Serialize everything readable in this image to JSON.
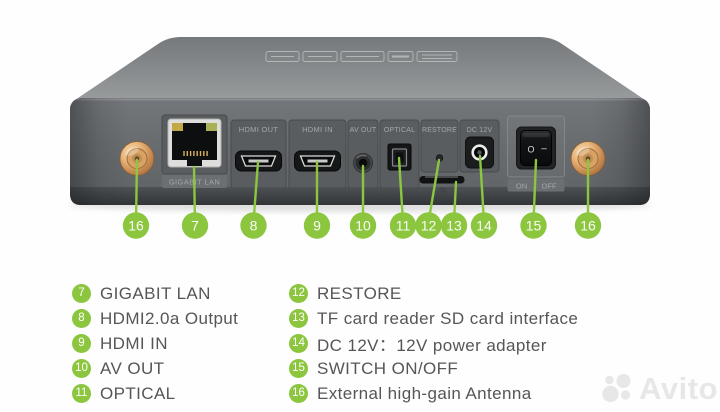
{
  "colors": {
    "accent_green": "#8cc63f",
    "legend_text": "#555658",
    "device_face": "#6a6d70",
    "port_label_text": "#a4a7a8",
    "watermark_gray": "#e7e7e7"
  },
  "device": {
    "ports": {
      "gigabit_lan": "GIGABIT LAN",
      "hdmi_out": "HDMI OUT",
      "hdmi_in": "HDMI IN",
      "av_out": "AV OUT",
      "optical": "OPTICAL",
      "restore": "RESTORE",
      "dc_12v": "DC 12V",
      "switch_on": "ON",
      "switch_off": "OFF",
      "rocker_o": "O",
      "rocker_dash": "–"
    }
  },
  "callouts": [
    "16",
    "7",
    "8",
    "9",
    "10",
    "11",
    "12",
    "13",
    "14",
    "15",
    "16"
  ],
  "legend": {
    "left": [
      {
        "num": "7",
        "label": "GIGABIT LAN"
      },
      {
        "num": "8",
        "label": "HDMI2.0a Output"
      },
      {
        "num": "9",
        "label": "HDMI IN"
      },
      {
        "num": "10",
        "label": "AV OUT"
      },
      {
        "num": "11",
        "label": "OPTICAL"
      }
    ],
    "right": [
      {
        "num": "12",
        "label": "RESTORE"
      },
      {
        "num": "13",
        "label": "TF card reader SD card interface"
      },
      {
        "num": "14",
        "label": "DC 12V：12V power adapter"
      },
      {
        "num": "15",
        "label": "SWITCH ON/OFF"
      },
      {
        "num": "16",
        "label": "External high-gain Antenna"
      }
    ]
  },
  "watermark": {
    "text": "Avito"
  }
}
